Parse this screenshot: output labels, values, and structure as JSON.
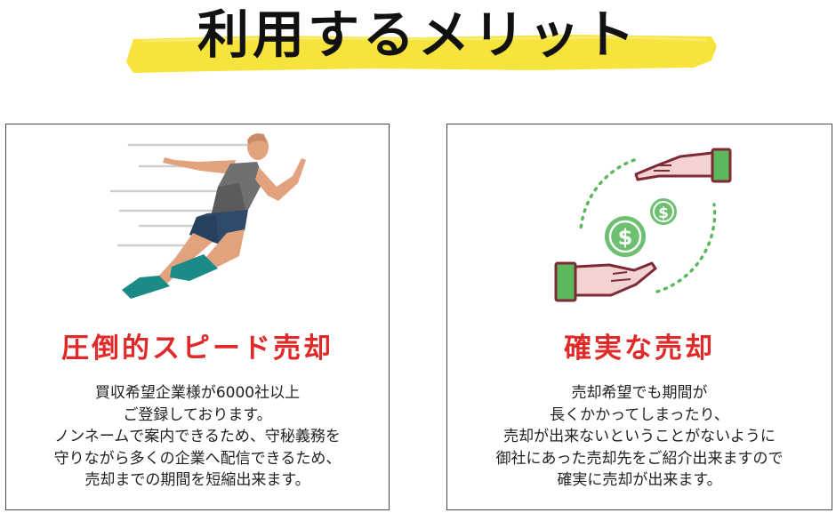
{
  "header": {
    "title": "利用するメリット",
    "highlight_color": "#f6e43c"
  },
  "cards": [
    {
      "heading": "圧倒的スピード売却",
      "heading_color": "#e02a2a",
      "illustration": "sprinting-runner-icon",
      "body_lines": [
        "買収希望企業様が6000社以上",
        "ご登録しております。",
        "ノンネームで案内できるため、守秘義務を",
        "守りながら多くの企業へ配信できるため、",
        "売却までの期間を短縮出来ます。"
      ]
    },
    {
      "heading": "確実な売却",
      "heading_color": "#e02a2a",
      "illustration": "hands-exchanging-money-icon",
      "body_lines": [
        "売却希望でも期間が",
        "長くかかってしまったり、",
        "売却が出来ないということがないように",
        "御社にあった売却先をご紹介出来ますので",
        "確実に売却が出来ます。"
      ]
    }
  ]
}
